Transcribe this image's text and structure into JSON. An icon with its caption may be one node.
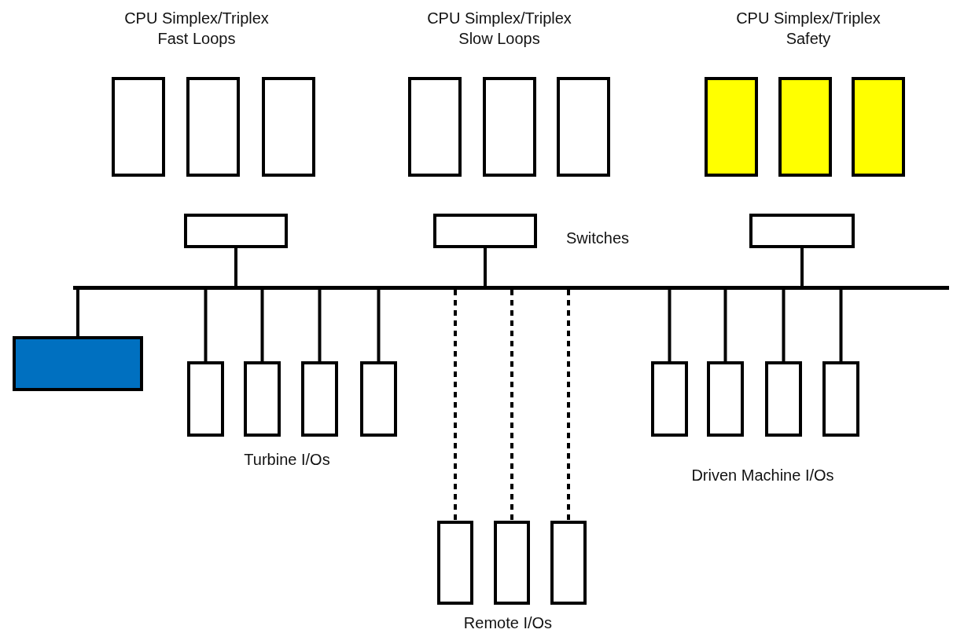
{
  "diagram": {
    "nodes": [
      {
        "text": [],
        "shape": "box"
      },
      {
        "text": [],
        "shape": "box"
      },
      {
        "text": [],
        "shape": "box"
      },
      {
        "text": [],
        "shape": "box"
      },
      {
        "text": [],
        "shape": "box"
      },
      {
        "text": [],
        "shape": "box"
      },
      {
        "text": [],
        "shape": "box"
      },
      {
        "text": [],
        "shape": "box"
      },
      {
        "text": [],
        "shape": "box"
      },
      {
        "text": [],
        "shape": "box"
      },
      {
        "text": [],
        "shape": "box"
      },
      {
        "text": [],
        "shape": "box"
      },
      {
        "text": [],
        "shape": "bar"
      },
      {
        "text": [],
        "shape": "box"
      },
      {
        "text": [],
        "shape": "box"
      },
      {
        "text": [],
        "shape": "box"
      },
      {
        "text": [],
        "shape": "box"
      },
      {
        "text": [],
        "shape": "box"
      },
      {
        "text": [],
        "shape": "box"
      },
      {
        "text": [],
        "shape": "box"
      },
      {
        "text": [],
        "shape": "box"
      },
      {
        "text": [],
        "shape": "box"
      },
      {
        "text": [],
        "shape": "box"
      },
      {
        "text": [],
        "shape": "box"
      },
      {
        "text": [],
        "shape": "box"
      }
    ],
    "edges": [
      {
        "from": 9,
        "to": 12,
        "arrow": "none"
      },
      {
        "from": 10,
        "to": 12,
        "arrow": "none"
      },
      {
        "from": 11,
        "to": 12,
        "arrow": "none"
      },
      {
        "from": 12,
        "to": 13,
        "arrow": "none"
      },
      {
        "from": 12,
        "to": 14,
        "arrow": "none"
      },
      {
        "from": 12,
        "to": 15,
        "arrow": "none"
      },
      {
        "from": 12,
        "to": 16,
        "arrow": "none"
      },
      {
        "from": 12,
        "to": 17,
        "arrow": "none"
      },
      {
        "from": 12,
        "to": 18,
        "arrow": "none"
      },
      {
        "from": 12,
        "to": 19,
        "arrow": "none"
      },
      {
        "from": 12,
        "to": 20,
        "arrow": "none"
      },
      {
        "from": 12,
        "to": 21,
        "arrow": "none"
      },
      {
        "from": 12,
        "to": 22,
        "arrow": "none",
        "style": "dashed"
      },
      {
        "from": 12,
        "to": 23,
        "arrow": "none",
        "style": "dashed"
      },
      {
        "from": 12,
        "to": 24,
        "arrow": "none",
        "style": "dashed"
      }
    ],
    "labels": [
      "CPU Simplex/Triplex Fast Loops",
      "CPU Simplex/Triplex Slow Loops",
      "CPU Simplex/Triplex Safety",
      "Switches",
      "Turbine I/Os",
      "Driven Machine I/Os",
      "Remote I/Os"
    ]
  }
}
